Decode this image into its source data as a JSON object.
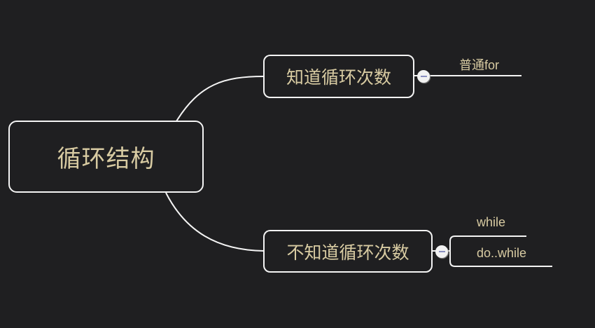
{
  "mindmap": {
    "root": {
      "label": "循环结构"
    },
    "branches": [
      {
        "label": "知道循环次数",
        "collapse_icon": "minus-circle-icon",
        "children": [
          {
            "label": "普通for"
          }
        ]
      },
      {
        "label": "不知道循环次数",
        "collapse_icon": "minus-circle-icon",
        "children": [
          {
            "label": "while"
          },
          {
            "label": "do..while"
          }
        ]
      }
    ]
  },
  "colors": {
    "background": "#1f1f21",
    "text": "#d8cba2",
    "line": "#f4f4f4"
  }
}
